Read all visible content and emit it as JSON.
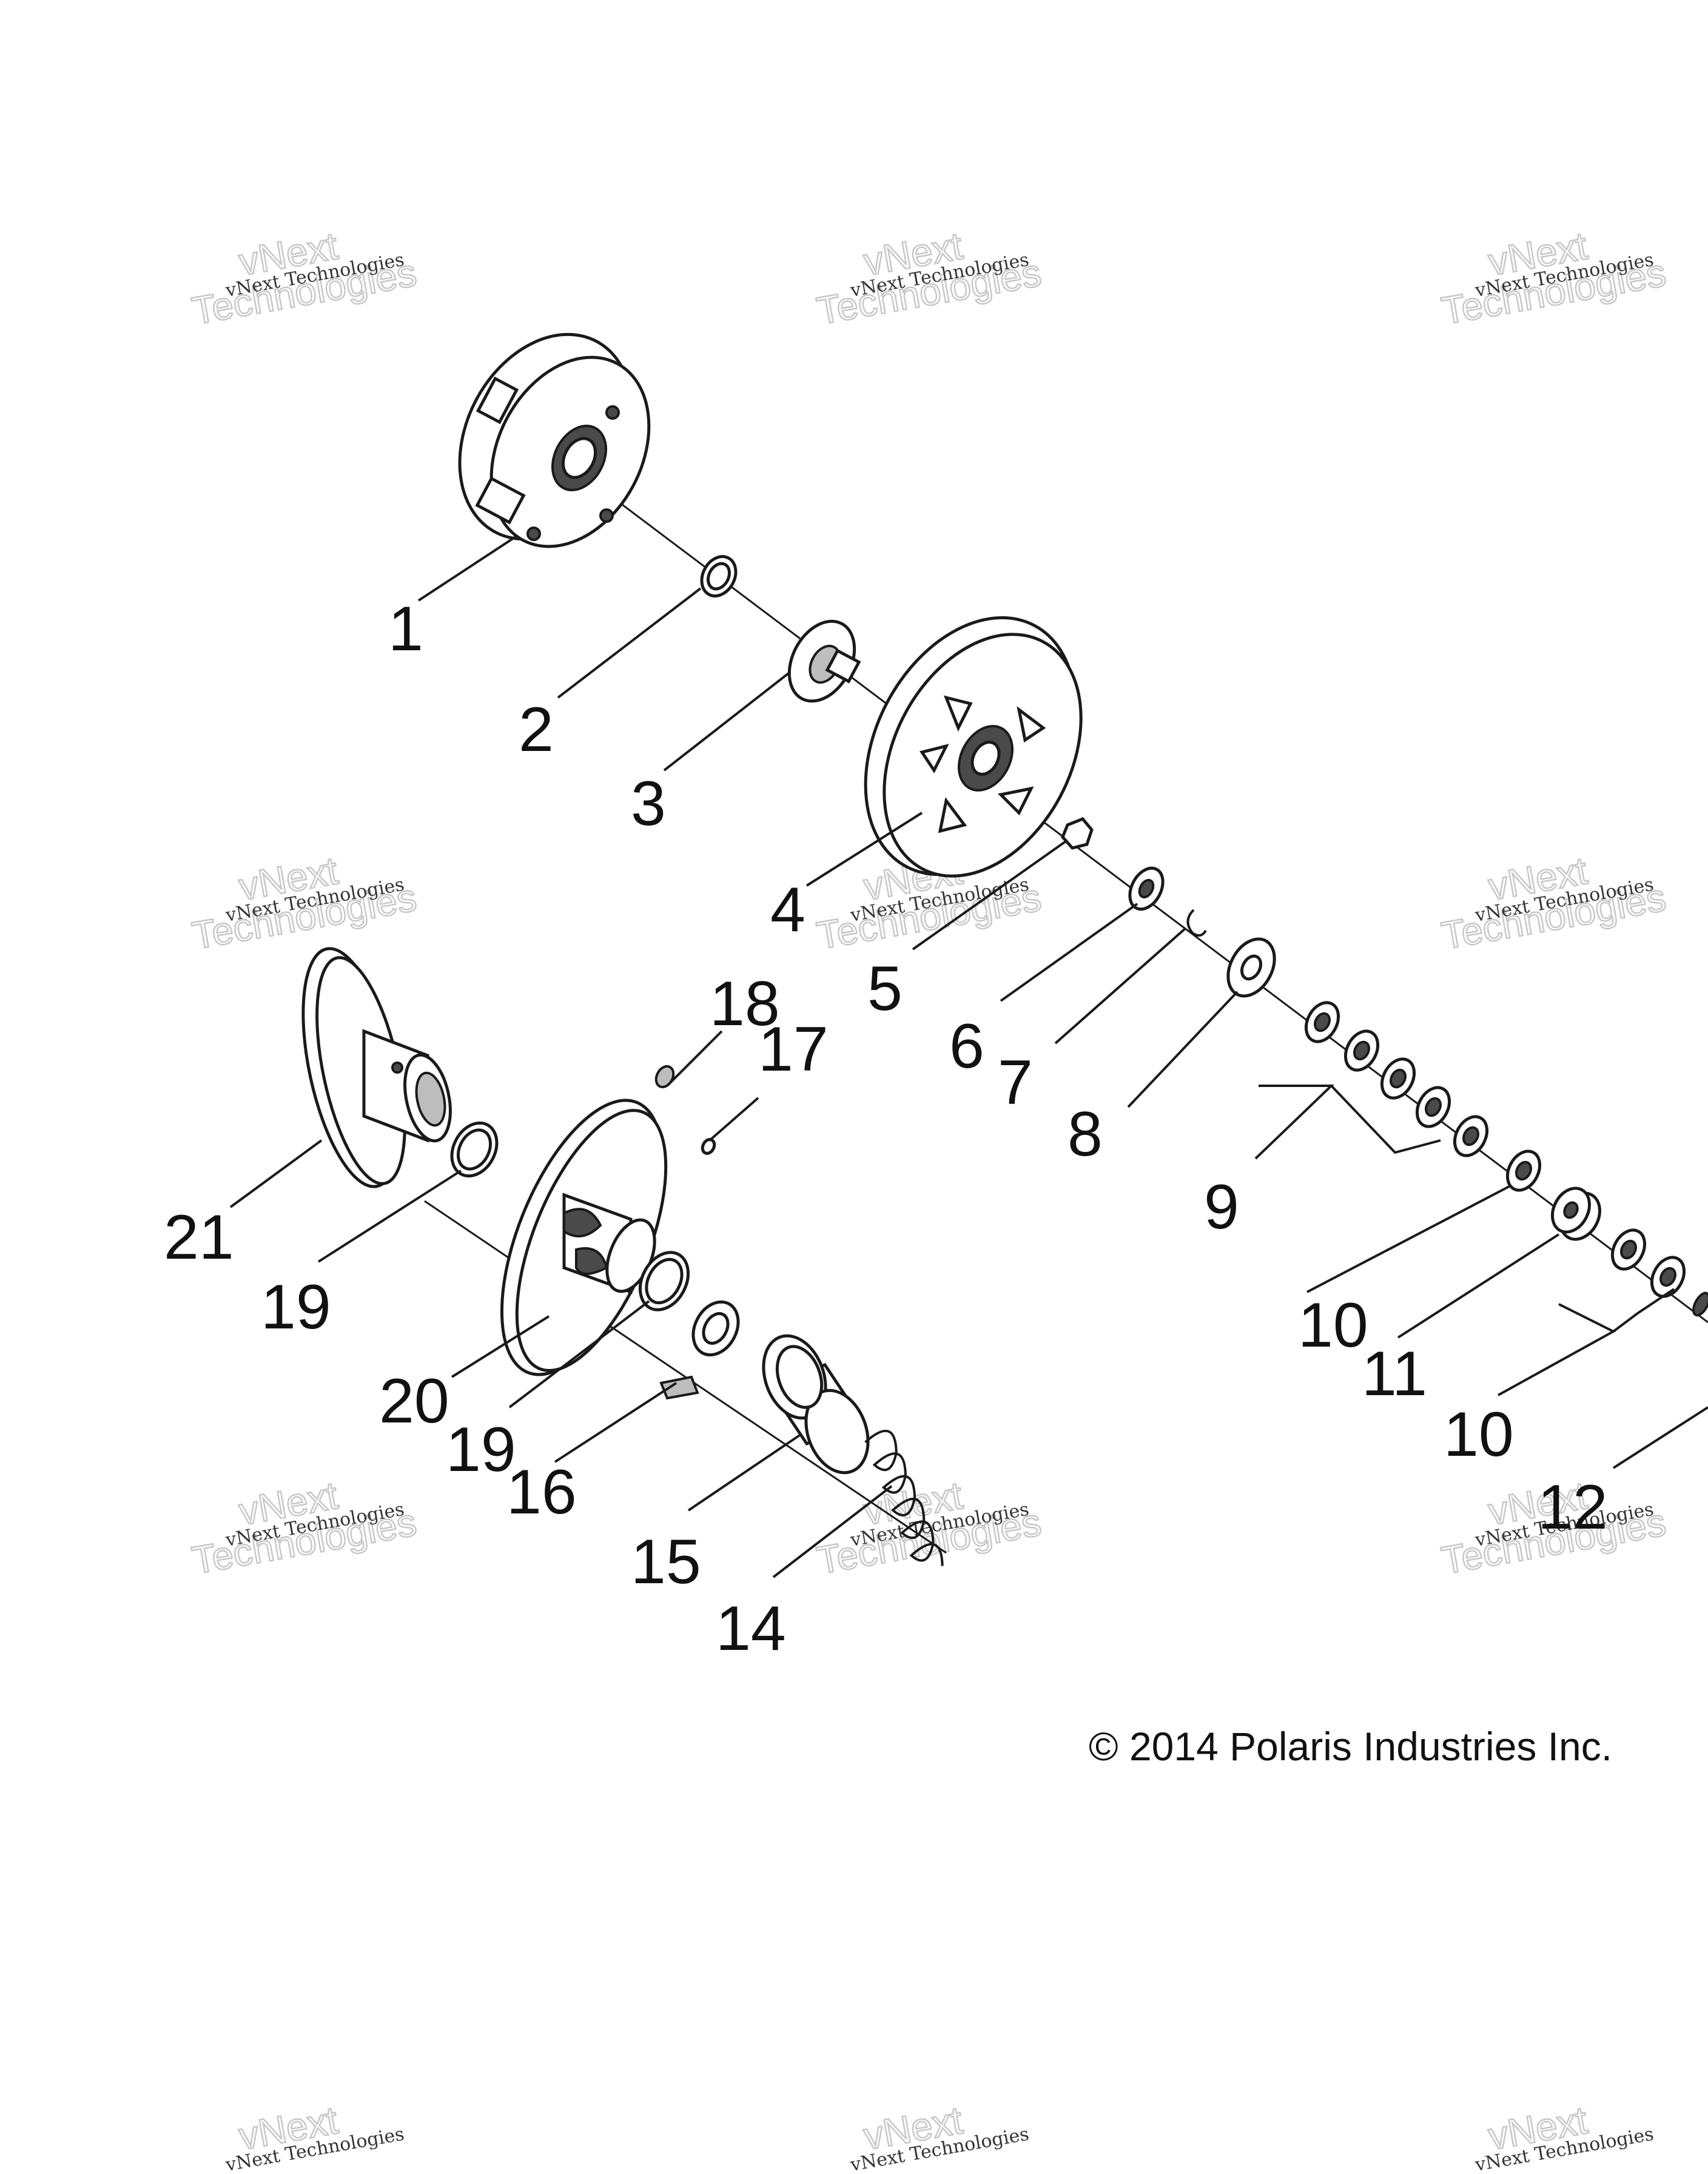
{
  "callouts": [
    "1",
    "2",
    "3",
    "4",
    "5",
    "6",
    "7",
    "8",
    "9",
    "10",
    "11",
    "10",
    "12",
    "14",
    "15",
    "16",
    "17",
    "18",
    "19",
    "19",
    "20",
    "21"
  ],
  "copyright": "© 2014 Polaris Industries Inc.",
  "watermark": {
    "text_small": "vNext Technologies",
    "text_big_line1": "vNext",
    "text_big_line2": "Technologies"
  }
}
